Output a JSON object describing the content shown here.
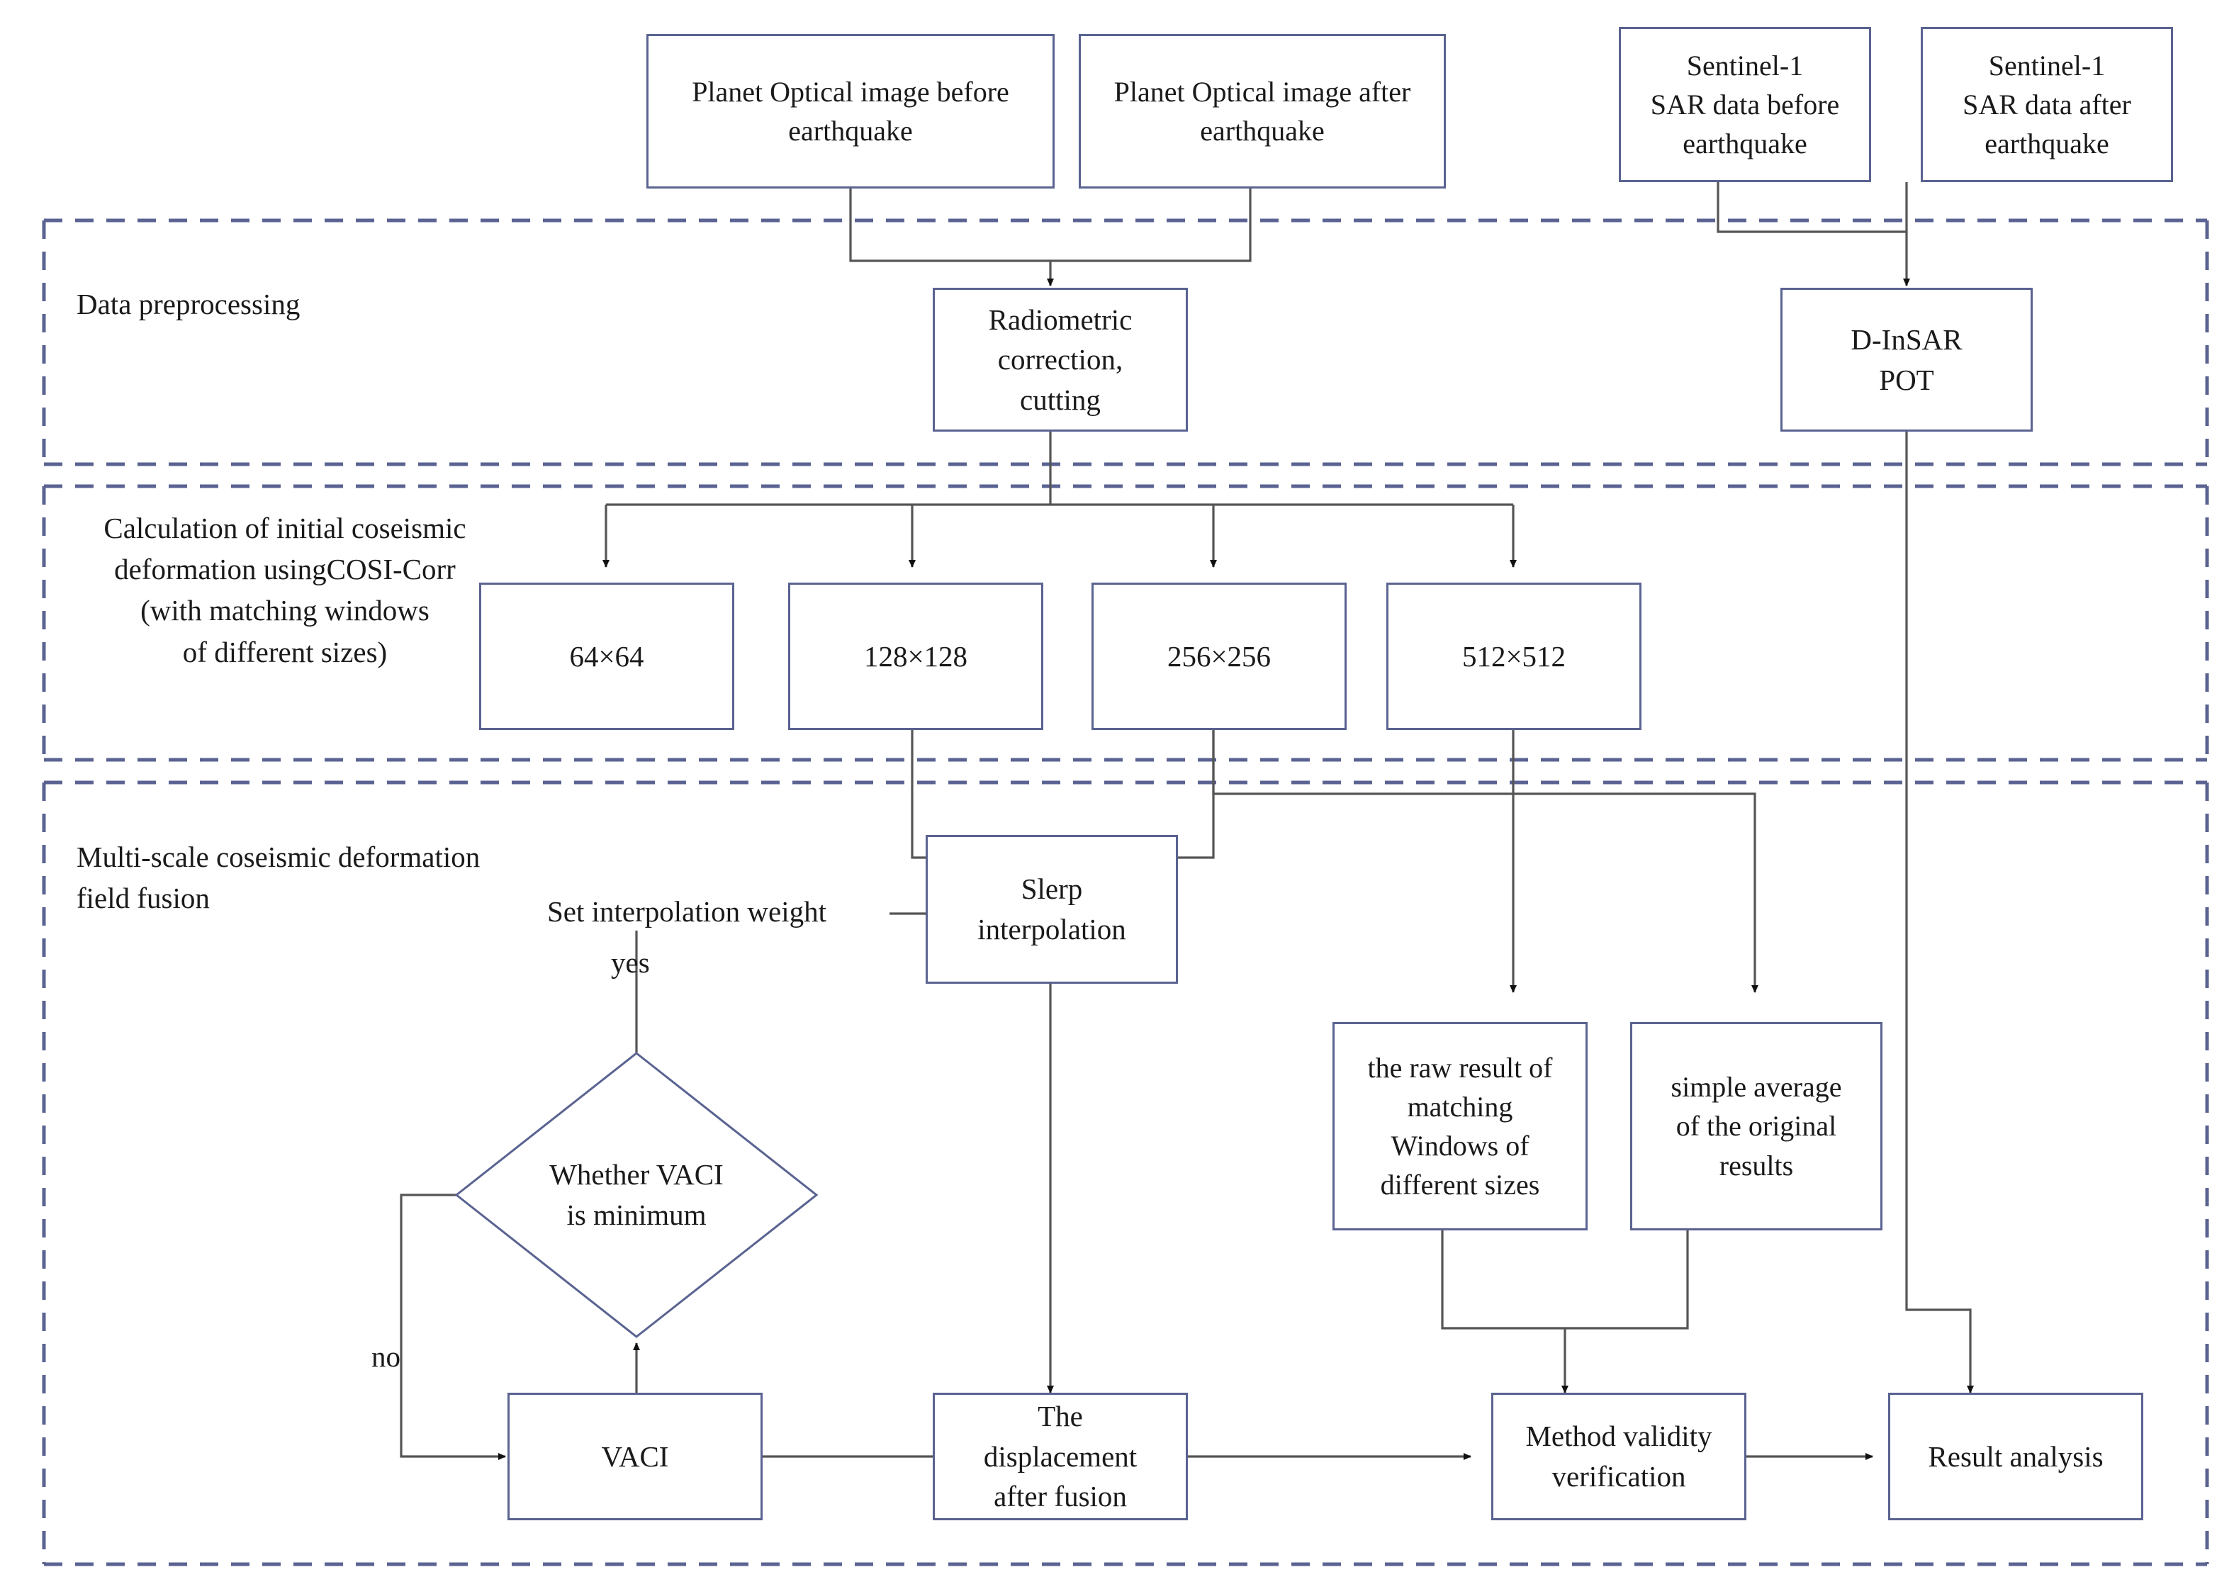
{
  "diagram": {
    "title": "Coseismic deformation multi-scale fusion workflow",
    "colors": {
      "box_border": "#5a6391",
      "dashed_band": "#5a6391",
      "connector": "#555555",
      "text": "#1a1a1a",
      "background": "#ffffff"
    },
    "bands": [
      {
        "id": "band-preprocessing",
        "label": "Data preprocessing"
      },
      {
        "id": "band-calculation",
        "label": "Calculation of initial coseismic\ndeformation usingCOSI-Corr\n(with matching windows\nof different sizes)"
      },
      {
        "id": "band-fusion",
        "label": "Multi-scale coseismic deformation\nfield fusion"
      }
    ],
    "nodes": {
      "planet_before": "Planet Optical image before earthquake",
      "planet_after": "Planet Optical image after earthquake",
      "sentinel_before": "Sentinel-1\nSAR data  before\nearthquake",
      "sentinel_after": "Sentinel-1\nSAR data  after\nearthquake",
      "radiometric": "Radiometric\ncorrection,\ncutting",
      "dinsar": "D-InSAR\nPOT",
      "win_64": "64×64",
      "win_128": "128×128",
      "win_256": "256×256",
      "win_512": "512×512",
      "slerp": "Slerp\ninterpolation",
      "decision": "Whether VACI\nis minimum",
      "raw_result": "the raw result of\nmatching\nWindows of\ndifferent sizes",
      "simple_average": "simple average\nof the original\nresults",
      "vaci": "VACI",
      "displacement": "The\ndisplacement\nafter fusion",
      "method_validity": "Method validity\nverification",
      "result_analysis": "Result analysis"
    },
    "edge_labels": {
      "set_weight": "Set interpolation weight",
      "yes": "yes",
      "no": "no"
    }
  }
}
